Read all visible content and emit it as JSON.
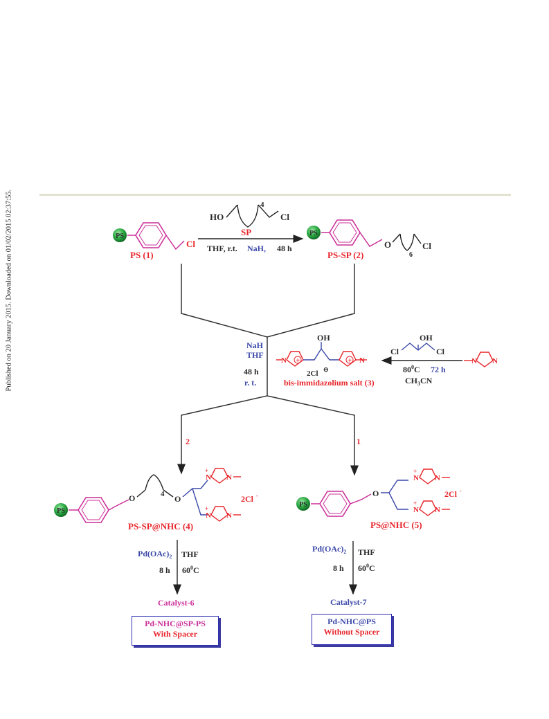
{
  "side_note": "Published on 20 January 2015. Downloaded on 01/02/2015 02:37:55.",
  "colors": {
    "red": "#e8262c",
    "blue": "#3b49a8",
    "magenta": "#cc2f99",
    "green": "#1e9a34",
    "dark": "#2a2a2a"
  },
  "ps_bead": "PS",
  "step1": {
    "reagent_ho": "HO",
    "reagent_cl": "Cl",
    "reagent_sp": "SP",
    "reagent_n": "4",
    "cond_thf": "THF, r.t.",
    "cond_nah": "NaH,",
    "cond_time": "48 h"
  },
  "ps1_label": "PS (1)",
  "ps1_cl": "Cl",
  "pssp_label": "PS-SP  (2)",
  "pssp_o": "O",
  "pssp_n": "6",
  "pssp_cl": "Cl",
  "center_cond": {
    "nah": "NaH",
    "thf": "THF",
    "time": "48 h",
    "rt": "r. t."
  },
  "salt": {
    "oh": "OH",
    "counter": "2Cl",
    "label": "bis-immidazolium salt (3)",
    "n": "N",
    "plus": "+"
  },
  "dichloro": {
    "cl1": "Cl",
    "oh": "OH",
    "cl2": "Cl",
    "temp": "80",
    "temp_unit": "C",
    "time": "72 h",
    "solvent": "CH",
    "solvent_sub": "3",
    "solvent_end": "CN"
  },
  "route_left_num": "2",
  "route_right_num": "1",
  "prod4": {
    "o1": "O",
    "n": "4",
    "o2": "O",
    "counter": "2Cl",
    "label": "PS-SP@NHC (4)"
  },
  "prod5": {
    "o": "O",
    "counter": "2Cl",
    "label": "PS@NHC (5)"
  },
  "pd_cond": {
    "reagent": "Pd(OAc)",
    "sub": "2",
    "solvent": "THF",
    "time": "8 h",
    "temp": "60",
    "temp_unit": "C"
  },
  "catalyst6": "Catalyst-6",
  "catalyst7": "Catalyst-7",
  "box6": {
    "line1": "Pd-NHC@SP-PS",
    "line2": "With Spacer"
  },
  "box7": {
    "line1": "Pd-NHC@PS",
    "line2": "Without Spacer"
  }
}
